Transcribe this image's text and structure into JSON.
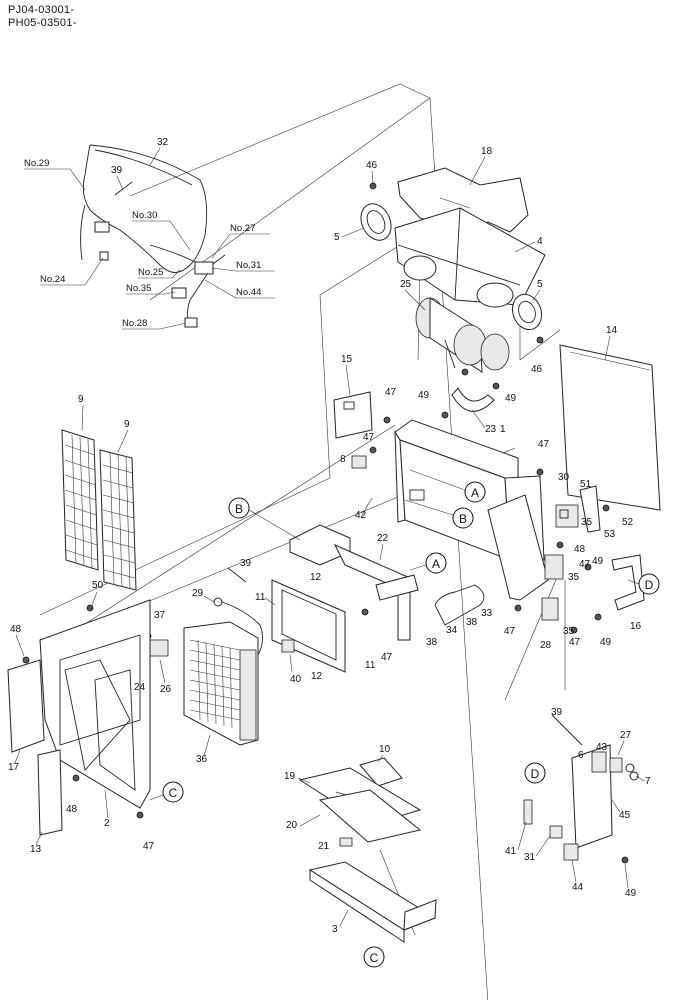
{
  "header": {
    "line1": "PJ04-03001-",
    "line2": "PH05-03501-"
  },
  "harness_refs": [
    "No.29",
    "No.30",
    "No.27",
    "No.24",
    "No.25",
    "No.31",
    "No.35",
    "No.44",
    "No.28"
  ],
  "part_numbers": {
    "p1": "1",
    "p2": "2",
    "p3": "3",
    "p4": "4",
    "p5": "5",
    "p6": "6",
    "p7": "7",
    "p8": "8",
    "p9": "9",
    "p10": "10",
    "p11": "11",
    "p12": "12",
    "p13": "13",
    "p14": "14",
    "p15": "15",
    "p16": "16",
    "p17": "17",
    "p18": "18",
    "p19": "19",
    "p20": "20",
    "p21": "21",
    "p22": "22",
    "p23": "23",
    "p24": "24",
    "p25": "25",
    "p26": "26",
    "p27": "27",
    "p28": "28",
    "p29": "29",
    "p30": "30",
    "p31": "31",
    "p32": "32",
    "p33": "33",
    "p34": "34",
    "p35": "35",
    "p36": "36",
    "p37": "37",
    "p38": "38",
    "p39": "39",
    "p40": "40",
    "p41": "41",
    "p42": "42",
    "p43": "43",
    "p44": "44",
    "p45": "45",
    "p46": "46",
    "p47": "47",
    "p48": "48",
    "p49": "49",
    "p50": "50",
    "p51": "51",
    "p52": "52",
    "p53": "53"
  },
  "callouts": {
    "A": "A",
    "B": "B",
    "C": "C",
    "D": "D"
  }
}
